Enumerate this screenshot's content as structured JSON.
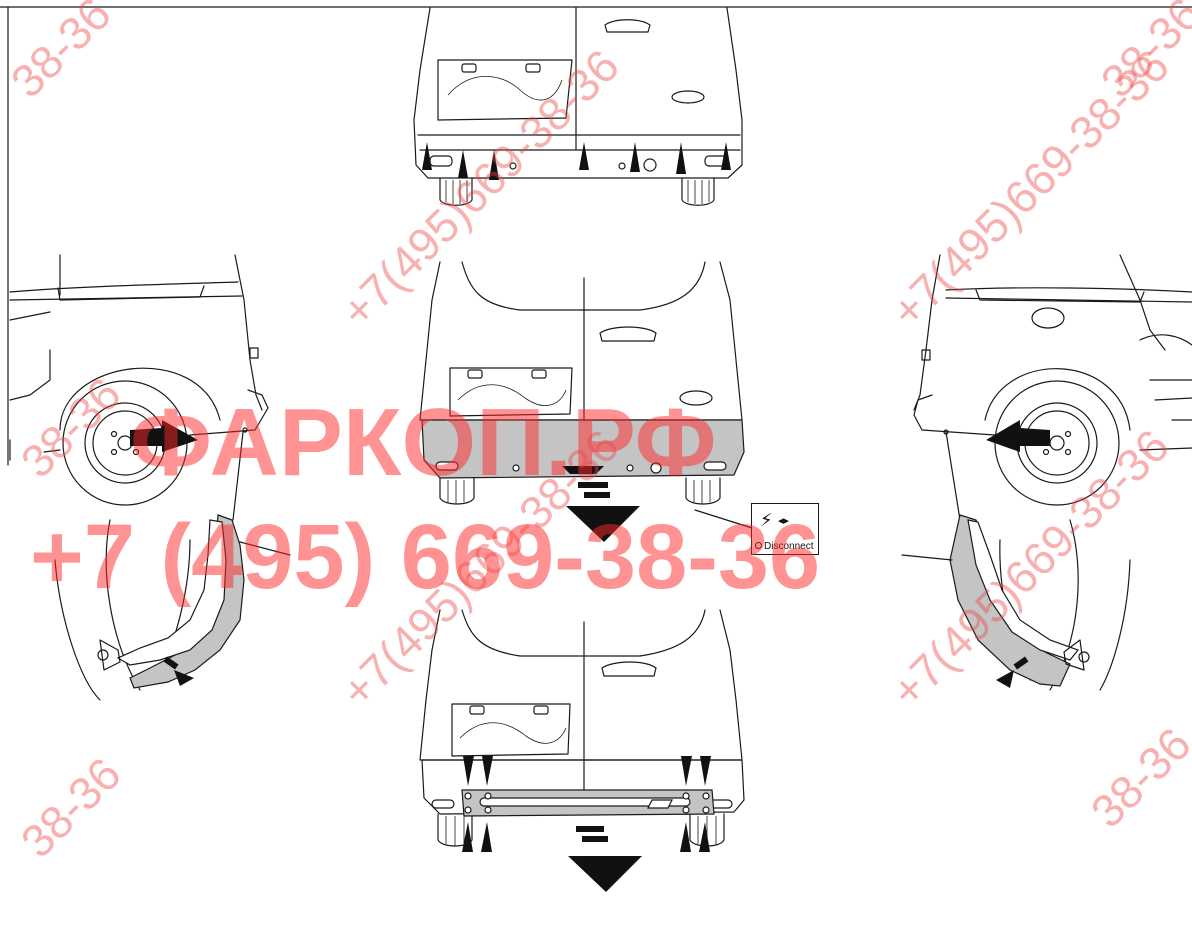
{
  "callout": {
    "disconnect_label": "Disconnect",
    "icon": "electrical-connector-icon"
  },
  "watermarks": {
    "brand": "ФАРКОП.РФ",
    "phone": "+7 (495) 669-38-36",
    "phone_diagonal": "+7(495)669-38-36",
    "fragment": "38-36"
  },
  "colors": {
    "watermark": "#ff2828",
    "part_fill": "#c4c4c4",
    "line": "#1a1a1a"
  }
}
